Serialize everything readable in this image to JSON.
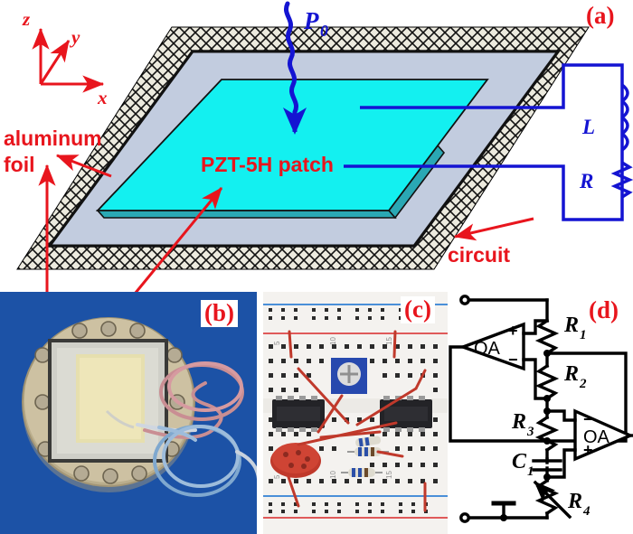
{
  "figure": {
    "panels": [
      {
        "id": "a",
        "tag": "(a)",
        "type": "schematic",
        "description": "Schematic of clamped plate with PZT-5H patch and shunt circuit"
      },
      {
        "id": "b",
        "tag": "(b)",
        "type": "photograph",
        "description": "Photograph of circular mount with aluminum foil plate and wires"
      },
      {
        "id": "c",
        "tag": "(c)",
        "type": "photograph",
        "description": "Photograph of breadboard with op-amps, resistors and trimmer"
      },
      {
        "id": "d",
        "tag": "(d)",
        "type": "circuit",
        "description": "Synthetic inductor circuit diagram"
      }
    ]
  },
  "panel_a": {
    "axes": {
      "x": "x",
      "y": "y",
      "z": "z"
    },
    "load_label": "P",
    "load_sub": "0",
    "labels": {
      "aluminum_foil_line1": "aluminum",
      "aluminum_foil_line2": "foil",
      "patch": "PZT-5H patch",
      "circuit": "circuit"
    },
    "circuit": {
      "inductor_label": "L",
      "resistor_label": "R"
    },
    "colors": {
      "patch_top": "#13f0f0",
      "patch_edge": "#2aa8b4",
      "plate": "#c2ccdf",
      "clamp_band": "#eceade",
      "arrow_blue": "#1414d2",
      "label_red": "#e8151d",
      "wire_blue": "#1414d2"
    }
  },
  "panel_b": {
    "tag": "(b)",
    "background_color": "#1b4fa0",
    "mount_color": "#c8bc9a",
    "foil_color": "#d4d4cc"
  },
  "panel_c": {
    "tag": "(c)",
    "board_color": "#f3f1ee",
    "rail_red": "#e04040",
    "rail_blue": "#3a7fd5",
    "column_markers": [
      "5",
      "10",
      "15"
    ],
    "trimmer_color": "#2a4fb8",
    "ic_color": "#26262a",
    "wire_color": "#c0392b"
  },
  "panel_d": {
    "tag": "(d)",
    "components": [
      {
        "name": "R1",
        "label": "R",
        "sub": "1",
        "type": "resistor"
      },
      {
        "name": "R2",
        "label": "R",
        "sub": "2",
        "type": "resistor"
      },
      {
        "name": "R3",
        "label": "R",
        "sub": "3",
        "type": "resistor"
      },
      {
        "name": "C1",
        "label": "C",
        "sub": "1",
        "type": "capacitor"
      },
      {
        "name": "R4",
        "label": "R",
        "sub": "4",
        "type": "variable-resistor"
      },
      {
        "name": "OA1",
        "label": "OA",
        "type": "op-amp",
        "plus": "+",
        "minus": "−"
      },
      {
        "name": "OA2",
        "label": "OA",
        "type": "op-amp",
        "plus": "+",
        "minus": "−"
      }
    ],
    "opamp_label": "OA",
    "plus_sign": "+",
    "minus_sign": "−"
  }
}
